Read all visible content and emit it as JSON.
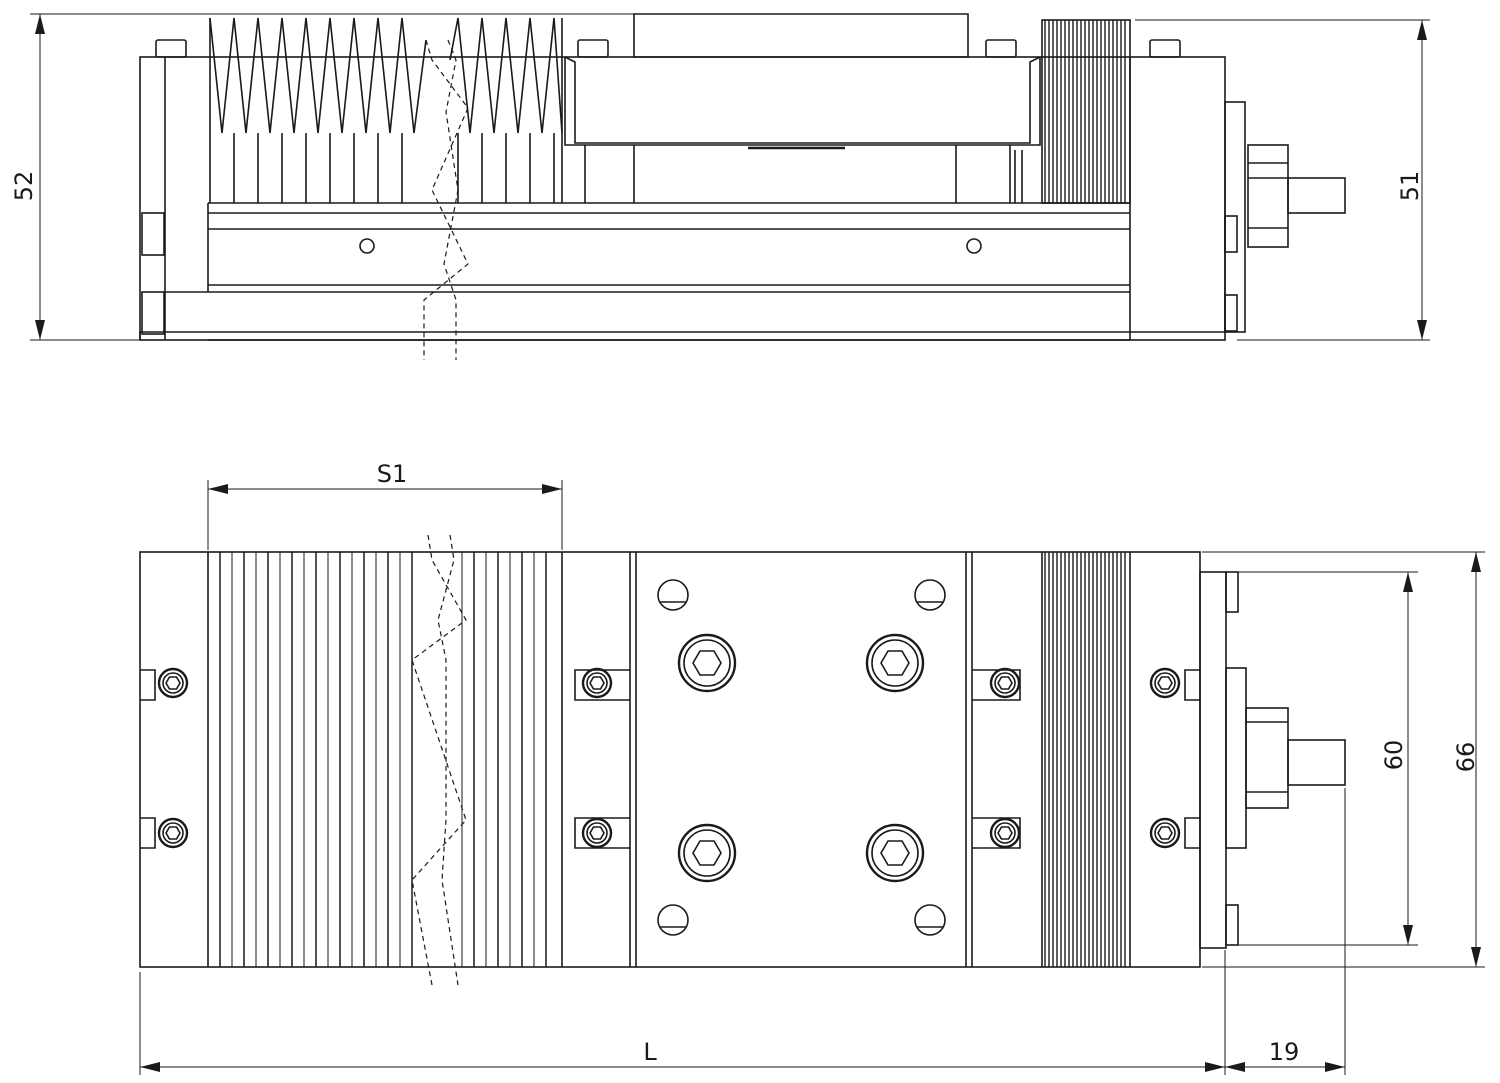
{
  "colors": {
    "line": "#1a1a1a",
    "background": "#ffffff"
  },
  "dimensions": {
    "side_view": {
      "height_left": "52",
      "height_right": "51"
    },
    "top_view": {
      "stroke": "S1",
      "length": "L",
      "shaft_extension": "19",
      "hole_spacing": "60",
      "width": "66"
    }
  }
}
